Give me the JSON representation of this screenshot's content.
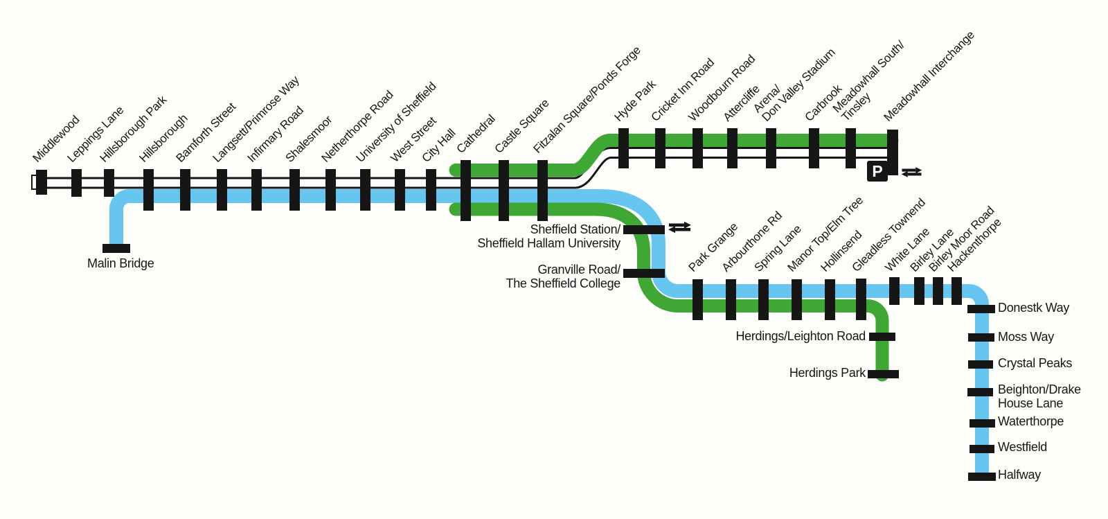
{
  "colors": {
    "route_green": "#3fa835",
    "route_blue": "#67c6f0",
    "line_black": "#161616",
    "background": "#fdfdfa"
  },
  "angled_stations": [
    "Middlewood",
    "Leppings Lane",
    "Hillsborough Park",
    "Hillsborough",
    "Bamforth Street",
    "Langsett/Primrose Way",
    "Infirmary Road",
    "Shalesmoor",
    "Netherthorpe Road",
    "University of Sheffield",
    "West Street",
    "City Hall",
    "Cathedral",
    "Castle Square",
    "Fitzalan Square/Ponds Forge",
    "Hyde Park",
    "Cricket Inn Road",
    "Woodbourn Road",
    "Attercliffe",
    "Arena/\nDon Valley Stadium",
    "Carbrook",
    "Meadowhall South/\nTinsley",
    "Meadowhall Interchange",
    "Park Grange",
    "Arbourthone Rd",
    "Spring Lane",
    "Manor Top/Elm Tree",
    "Hollinsend",
    "Gleadless Townend",
    "White Lane",
    "Birley Lane",
    "Birley Moor Road",
    "Hackenthorpe"
  ],
  "horizontal_labels": {
    "malin_bridge": "Malin Bridge",
    "sheffield_station": "Sheffield Station/\nSheffield Hallam University",
    "granville_road": "Granville Road/\nThe Sheffield College",
    "herdings_leighton": "Herdings/Leighton Road",
    "herdings_park": "Herdings Park",
    "donestk_way": "Donestk Way",
    "moss_way": "Moss Way",
    "crystal_peaks": "Crystal Peaks",
    "beighton_drake": "Beighton/Drake\nHouse Lane",
    "waterthorpe": "Waterthorpe",
    "westfield": "Westfield",
    "halfway": "Halfway"
  },
  "icons": {
    "parking_letter": "P",
    "parking": "parking-icon",
    "rail_interchange": "national-rail-double-arrow-icon"
  }
}
